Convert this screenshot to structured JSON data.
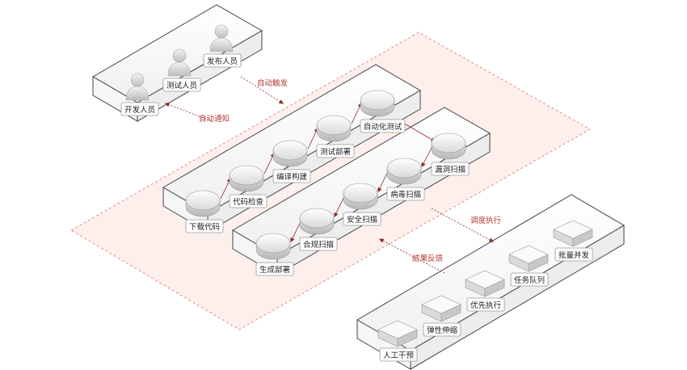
{
  "people": {
    "developer": "开发人员",
    "tester": "测试人员",
    "publisher": "发布人员"
  },
  "flows": {
    "auto_trigger": "自动触发",
    "auto_notify": "自动通知",
    "schedule_exec": "调度执行",
    "result_feedback": "结果反馈"
  },
  "pipeline": {
    "download_code": "下载代码",
    "code_check": "代码检查",
    "compile_build": "编译构建",
    "test_deploy": "测试部署",
    "auto_test": "自动化测试"
  },
  "scans": {
    "generate_deploy": "生成部署",
    "compliance_scan": "合规扫描",
    "security_scan": "安全扫描",
    "virus_scan": "病毒扫描",
    "vuln_scan": "漏洞扫描"
  },
  "scheduler": {
    "manual_intervention": "人工干预",
    "elastic_scaling": "弹性伸缩",
    "priority_exec": "优先执行",
    "task_queue": "任务队列",
    "batch_concurrency": "批量并发"
  },
  "colors": {
    "accent": "#b23a32",
    "zone_fill": "#fdf0ec",
    "zone_stroke": "#e58a80"
  }
}
